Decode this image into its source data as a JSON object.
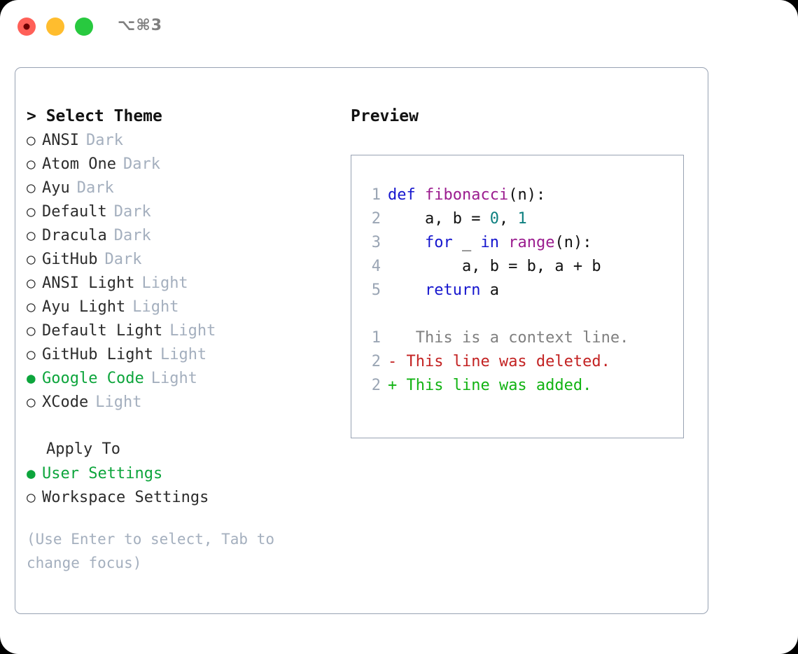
{
  "titlebar": {
    "lights": [
      {
        "name": "close",
        "color": "#FF6058",
        "recording": true
      },
      {
        "name": "minimize",
        "color": "#FFBD2E",
        "recording": false
      },
      {
        "name": "maximize",
        "color": "#28C93F",
        "recording": false
      }
    ],
    "shortcut": "⌥⌘3"
  },
  "colors": {
    "accent_green": "#0DA53C",
    "muted": "#A4AFBE",
    "border": "#98A2B3",
    "text": "#2C2C2C"
  },
  "left": {
    "title": "> Select Theme",
    "themes": [
      {
        "name": "ANSI",
        "badge": "Dark",
        "selected": false,
        "bullet": "○"
      },
      {
        "name": "Atom One",
        "badge": "Dark",
        "selected": false,
        "bullet": "○"
      },
      {
        "name": "Ayu",
        "badge": "Dark",
        "selected": false,
        "bullet": "○"
      },
      {
        "name": "Default",
        "badge": "Dark",
        "selected": false,
        "bullet": "○"
      },
      {
        "name": "Dracula",
        "badge": "Dark",
        "selected": false,
        "bullet": "○"
      },
      {
        "name": "GitHub",
        "badge": "Dark",
        "selected": false,
        "bullet": "○"
      },
      {
        "name": "ANSI Light",
        "badge": "Light",
        "selected": false,
        "bullet": "○"
      },
      {
        "name": "Ayu Light",
        "badge": "Light",
        "selected": false,
        "bullet": "○"
      },
      {
        "name": "Default Light",
        "badge": "Light",
        "selected": false,
        "bullet": "○"
      },
      {
        "name": "GitHub Light",
        "badge": "Light",
        "selected": false,
        "bullet": "○"
      },
      {
        "name": "Google Code",
        "badge": "Light",
        "selected": true,
        "bullet": "●"
      },
      {
        "name": "XCode",
        "badge": "Light",
        "selected": false,
        "bullet": "○"
      }
    ],
    "apply_to": {
      "title": "Apply To",
      "options": [
        {
          "name": "User Settings",
          "selected": true,
          "bullet": "●"
        },
        {
          "name": "Workspace Settings",
          "selected": false,
          "bullet": "○"
        }
      ]
    },
    "hint": "(Use Enter to select, Tab to change focus)"
  },
  "right": {
    "title": "Preview",
    "code": [
      {
        "ln": "1",
        "tokens": [
          {
            "t": "def ",
            "c": "kw"
          },
          {
            "t": "fibonacci",
            "c": "fn"
          },
          {
            "t": "(n):",
            "c": "pl"
          }
        ]
      },
      {
        "ln": "2",
        "tokens": [
          {
            "t": "    a, b = ",
            "c": "pl"
          },
          {
            "t": "0",
            "c": "num"
          },
          {
            "t": ", ",
            "c": "pl"
          },
          {
            "t": "1",
            "c": "num"
          }
        ]
      },
      {
        "ln": "3",
        "tokens": [
          {
            "t": "    ",
            "c": "pl"
          },
          {
            "t": "for",
            "c": "kw"
          },
          {
            "t": " _ ",
            "c": "pl"
          },
          {
            "t": "in",
            "c": "kw"
          },
          {
            "t": " ",
            "c": "pl"
          },
          {
            "t": "range",
            "c": "fn"
          },
          {
            "t": "(n):",
            "c": "pl"
          }
        ]
      },
      {
        "ln": "4",
        "tokens": [
          {
            "t": "        a, b = b, a + b",
            "c": "pl"
          }
        ]
      },
      {
        "ln": "5",
        "tokens": [
          {
            "t": "    ",
            "c": "pl"
          },
          {
            "t": "return",
            "c": "kw"
          },
          {
            "t": " a",
            "c": "pl"
          }
        ]
      }
    ],
    "diff": [
      {
        "ln": "1",
        "marker": " ",
        "text": "  This is a context line.",
        "kind": "ctx"
      },
      {
        "ln": "2",
        "marker": "-",
        "text": " This line was deleted.",
        "kind": "del"
      },
      {
        "ln": "2",
        "marker": "+",
        "text": " This line was added.",
        "kind": "add"
      }
    ]
  }
}
